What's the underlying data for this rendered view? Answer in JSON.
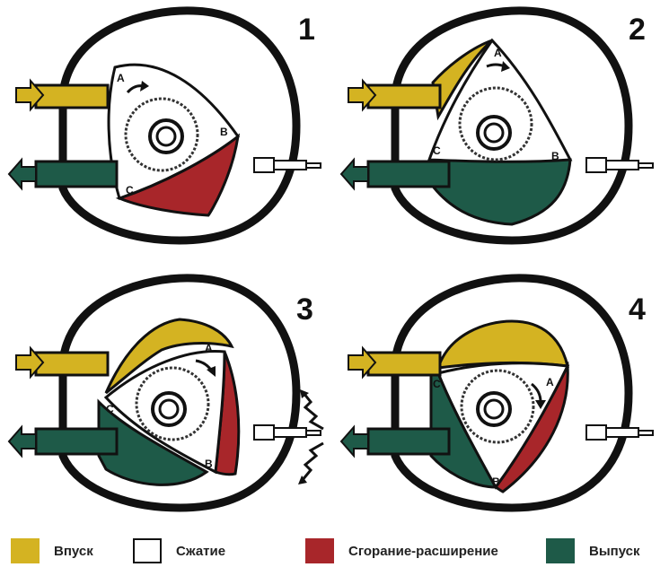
{
  "colors": {
    "intake": "#d4b322",
    "compression": "#ffffff",
    "combustion": "#a8262a",
    "exhaust": "#1e5a48",
    "outline": "#111111"
  },
  "panels": [
    {
      "number": "1",
      "labels": {
        "A": "A",
        "B": "B",
        "C": "C"
      }
    },
    {
      "number": "2",
      "labels": {
        "A": "A",
        "B": "B",
        "C": "C"
      }
    },
    {
      "number": "3",
      "labels": {
        "A": "A",
        "B": "B",
        "C": "C"
      }
    },
    {
      "number": "4",
      "labels": {
        "A": "A",
        "B": "B",
        "C": "C"
      }
    }
  ],
  "legend": [
    {
      "label": "Впуск",
      "color": "#d4b322"
    },
    {
      "label": "Сжатие",
      "color": "#ffffff"
    },
    {
      "label": "Сгорание-расширение",
      "color": "#a8262a"
    },
    {
      "label": "Выпуск",
      "color": "#1e5a48"
    }
  ]
}
